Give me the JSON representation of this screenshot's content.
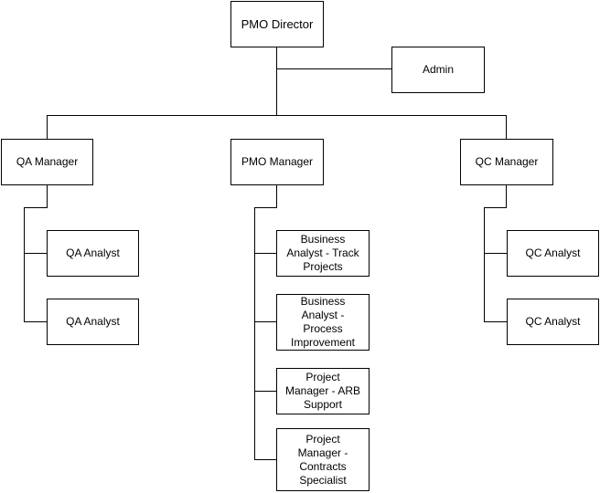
{
  "org_chart": {
    "director": "PMO Director",
    "admin": "Admin",
    "qa_manager": "QA Manager",
    "pmo_manager": "PMO Manager",
    "qc_manager": "QC Manager",
    "qa_analysts": [
      "QA Analyst",
      "QA Analyst"
    ],
    "qc_analysts": [
      "QC Analyst",
      "QC Analyst"
    ],
    "pmo_reports": [
      "Business\nAnalyst - Track\nProjects",
      "Business\nAnalyst -\nProcess\nImprovement",
      "Project\nManager - ARB\nSupport",
      "Project\nManager -\nContracts\nSpecialist"
    ]
  }
}
